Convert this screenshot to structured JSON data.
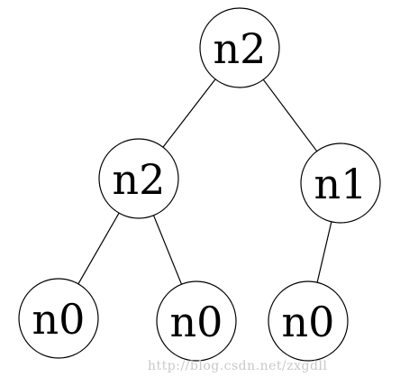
{
  "tree": {
    "nodes": [
      {
        "id": "root",
        "label": "n2"
      },
      {
        "id": "left",
        "label": "n2"
      },
      {
        "id": "right",
        "label": "n1"
      },
      {
        "id": "ll",
        "label": "n0"
      },
      {
        "id": "lr",
        "label": "n0"
      },
      {
        "id": "rl",
        "label": "n0"
      }
    ],
    "edges": [
      [
        "root",
        "left"
      ],
      [
        "root",
        "right"
      ],
      [
        "left",
        "ll"
      ],
      [
        "left",
        "lr"
      ],
      [
        "right",
        "rl"
      ]
    ]
  },
  "watermark": {
    "text": "http://blog.csdn.net/zxgdll",
    "color": "#c9c9c9"
  }
}
